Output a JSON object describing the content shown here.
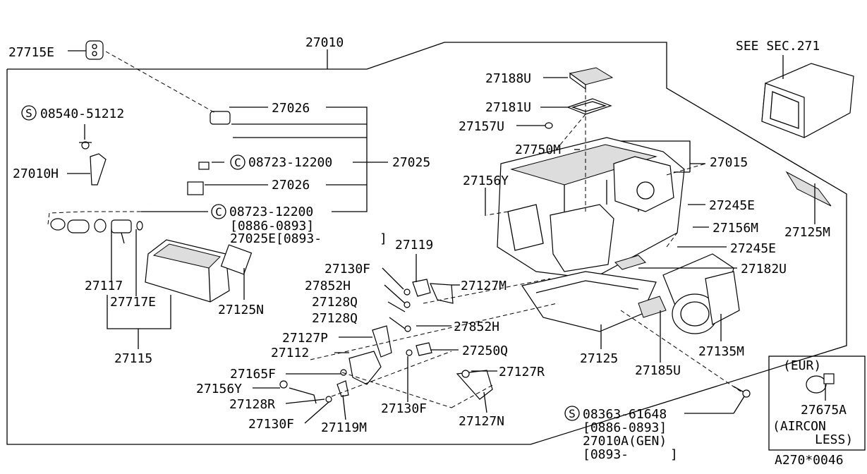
{
  "labels": {
    "p27715E": "27715E",
    "p27010": "27010",
    "see_sec": "SEE SEC.271",
    "p27188U": "27188U",
    "p27181U": "27181U",
    "p27157U": "27157U",
    "p27750M": "27750M",
    "p27015": "27015",
    "p27156Y_top": "27156Y",
    "p27245E_top": "27245E",
    "p27156M": "27156M",
    "p27125M": "27125M",
    "p27245E_mid": "27245E",
    "p27182U": "27182U",
    "s08540": "08540-51212",
    "p27010H": "27010H",
    "p27026_top": "27026",
    "c08723_a": "08723-12200",
    "p27025": "27025",
    "p27026_mid": "27026",
    "c08723_b": "08723-12200",
    "range_0886_a": "[0886-0893]",
    "p27025E": "27025E[0893-",
    "bracket_a": "]",
    "p27119": "27119",
    "p27130F_a": "27130F",
    "p27852H_a": "27852H",
    "p27127M": "27127M",
    "p27128Q_a": "27128Q",
    "p27128Q_b": "27128Q",
    "p27852H_b": "27852H",
    "p27127P": "27127P",
    "p27112": "27112",
    "p27250Q": "27250Q",
    "p27165F": "27165F",
    "p27156Y_bot": "27156Y",
    "p27128R": "27128R",
    "p27130F_b": "27130F",
    "p27119M": "27119M",
    "p27130F_c": "27130F",
    "p27127R": "27127R",
    "p27127N": "27127N",
    "p27117": "27117",
    "p27717E": "27717E",
    "p27125N": "27125N",
    "p27115": "27115",
    "p27125": "27125",
    "p27185U": "27185U",
    "p27135M": "27135M",
    "s08363": "08363-61648",
    "range_0886_b": "[0886-0893]",
    "p27010A": "27010A(GEN)",
    "range_0893": "[0893-",
    "bracket_b": "]",
    "eur": "(EUR)",
    "p27675A": "27675A",
    "aircon": "(AIRCON",
    "less": "LESS)",
    "diagram_code": "A270*0046"
  },
  "symbols": {
    "s_mark": "S",
    "c_mark": "C"
  }
}
